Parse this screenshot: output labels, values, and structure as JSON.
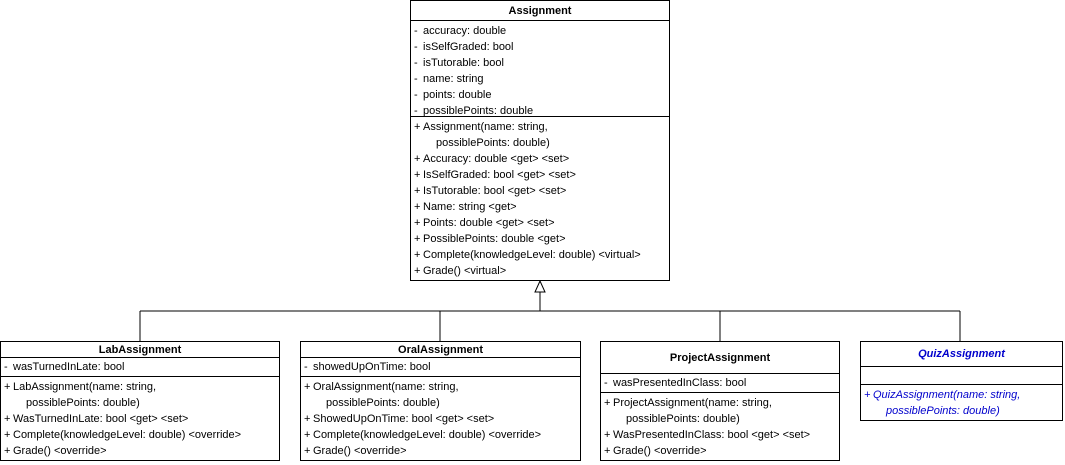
{
  "diagram": {
    "classes": {
      "assignment": {
        "name": "Assignment",
        "attributes": [
          {
            "vis": "-",
            "text": "accuracy: double"
          },
          {
            "vis": "-",
            "text": "isSelfGraded: bool"
          },
          {
            "vis": "-",
            "text": "isTutorable: bool"
          },
          {
            "vis": "-",
            "text": "name: string"
          },
          {
            "vis": "-",
            "text": "points: double"
          },
          {
            "vis": "-",
            "text": "possiblePoints: double"
          }
        ],
        "operations": [
          {
            "vis": "+",
            "text": "Assignment(name: string,"
          },
          {
            "vis": "",
            "text": "possiblePoints: double)"
          },
          {
            "vis": "+",
            "text": "Accuracy: double <get> <set>"
          },
          {
            "vis": "+",
            "text": "IsSelfGraded: bool <get> <set>"
          },
          {
            "vis": "+",
            "text": "IsTutorable: bool <get> <set>"
          },
          {
            "vis": "+",
            "text": "Name: string <get>"
          },
          {
            "vis": "+",
            "text": "Points: double <get> <set>"
          },
          {
            "vis": "+",
            "text": "PossiblePoints: double <get>"
          },
          {
            "vis": "+",
            "text": "Complete(knowledgeLevel: double) <virtual>"
          },
          {
            "vis": "+",
            "text": "Grade() <virtual>"
          }
        ]
      },
      "lab": {
        "name": "LabAssignment",
        "attributes": [
          {
            "vis": "-",
            "text": "wasTurnedInLate: bool"
          }
        ],
        "operations": [
          {
            "vis": "+",
            "text": "LabAssignment(name: string,"
          },
          {
            "vis": "",
            "text": "possiblePoints: double)"
          },
          {
            "vis": "+",
            "text": "WasTurnedInLate: bool <get> <set>"
          },
          {
            "vis": "+",
            "text": "Complete(knowledgeLevel: double) <override>"
          },
          {
            "vis": "+",
            "text": "Grade() <override>"
          }
        ]
      },
      "oral": {
        "name": "OralAssignment",
        "attributes": [
          {
            "vis": "-",
            "text": "showedUpOnTime: bool"
          }
        ],
        "operations": [
          {
            "vis": "+",
            "text": "OralAssignment(name: string,"
          },
          {
            "vis": "",
            "text": "possiblePoints: double)"
          },
          {
            "vis": "+",
            "text": "ShowedUpOnTime: bool <get> <set>"
          },
          {
            "vis": "+",
            "text": "Complete(knowledgeLevel: double) <override>"
          },
          {
            "vis": "+",
            "text": "Grade() <override>"
          }
        ]
      },
      "project": {
        "name": "ProjectAssignment",
        "attributes": [
          {
            "vis": "-",
            "text": "wasPresentedInClass: bool"
          }
        ],
        "operations": [
          {
            "vis": "+",
            "text": "ProjectAssignment(name: string,"
          },
          {
            "vis": "",
            "text": "possiblePoints: double)"
          },
          {
            "vis": "+",
            "text": "WasPresentedInClass: bool <get> <set>"
          },
          {
            "vis": "+",
            "text": "Grade() <override>"
          }
        ]
      },
      "quiz": {
        "name": "QuizAssignment",
        "attributes": [],
        "operations": [
          {
            "vis": "+",
            "text": "QuizAssignment(name: string,"
          },
          {
            "vis": "",
            "text": "possiblePoints: double)"
          }
        ]
      }
    },
    "colors": {
      "abstract_text": "#0000cc",
      "line": "#000000",
      "background": "#ffffff"
    }
  }
}
